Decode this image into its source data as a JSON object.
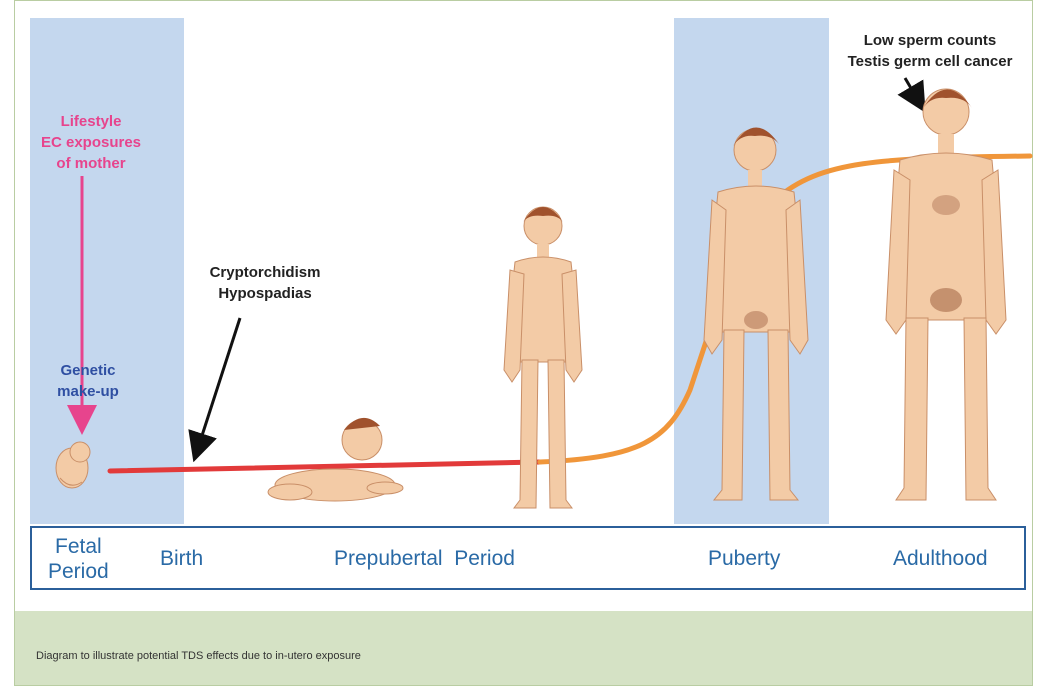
{
  "labels": {
    "lifestyle": [
      "Lifestyle",
      "EC exposures",
      "of mother"
    ],
    "genetic": [
      "Genetic",
      "make-up"
    ],
    "congenital_effects": [
      "Cryptorchidism",
      "Hypospadias"
    ],
    "adult_effects": [
      "Low sperm counts",
      "Testis germ cell cancer"
    ]
  },
  "stages": {
    "fetal": [
      "Fetal",
      "Period"
    ],
    "birth": "Birth",
    "prepubertal": "Prepubertal  Period",
    "puberty": "Puberty",
    "adulthood": "Adulthood"
  },
  "caption": "Diagram to illustrate potential TDS effects due to in-utero exposure",
  "colors": {
    "band": "#c4d7ee",
    "lifestyle_text": "#e7448d",
    "genetic_text": "#2f4fa2",
    "early_curve": "#e23a3a",
    "late_curve": "#f0963a",
    "stage_text": "#2a6aa6",
    "caption_panel": "#d5e2c5",
    "skin": "#f3cba6",
    "hair": "#a0522d"
  },
  "icons": [
    "fetus-icon",
    "crawling-baby-icon",
    "prepubertal-boy-icon",
    "pubertal-male-icon",
    "adult-male-icon"
  ]
}
